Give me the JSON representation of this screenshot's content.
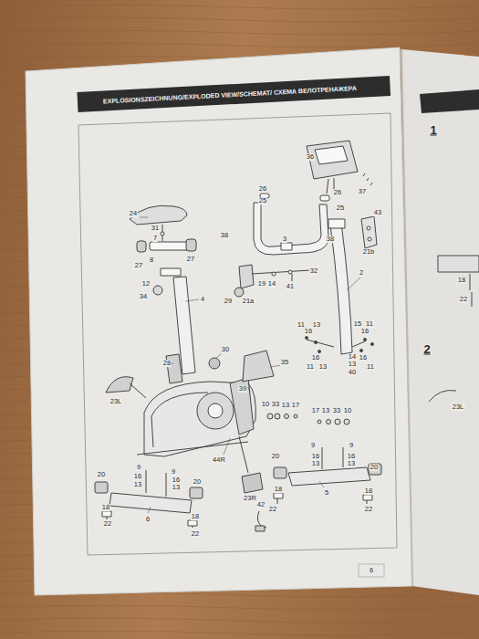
{
  "diagram": {
    "title": "EXPLOSIONSZEICHNUNG/EXPLODED VIEW/SCHEMAT/ СХЕМА ВЕЛОТРЕНАЖЕРА",
    "labels": [
      "36",
      "26",
      "25",
      "26",
      "37",
      "25",
      "43",
      "24",
      "31",
      "7",
      "38",
      "3",
      "38",
      "21b",
      "8",
      "27",
      "27",
      "32",
      "2",
      "19",
      "14",
      "41",
      "12",
      "34",
      "4",
      "29",
      "21a",
      "11",
      "13",
      "16",
      "15",
      "11",
      "16",
      "16",
      "14",
      "16",
      "11",
      "13",
      "13",
      "11",
      "40",
      "30",
      "28",
      "35",
      "39",
      "23L",
      "10",
      "33",
      "13",
      "17",
      "17",
      "13",
      "33",
      "10",
      "44R",
      "20",
      "9",
      "16",
      "13",
      "9",
      "16",
      "13",
      "20",
      "20",
      "9",
      "16",
      "13",
      "9",
      "16",
      "13",
      "20",
      "23R",
      "5",
      "18",
      "18",
      "22",
      "22",
      "42",
      "18",
      "6",
      "18",
      "22",
      "22",
      "6",
      "1",
      "18",
      "22",
      "2",
      "23L"
    ]
  }
}
